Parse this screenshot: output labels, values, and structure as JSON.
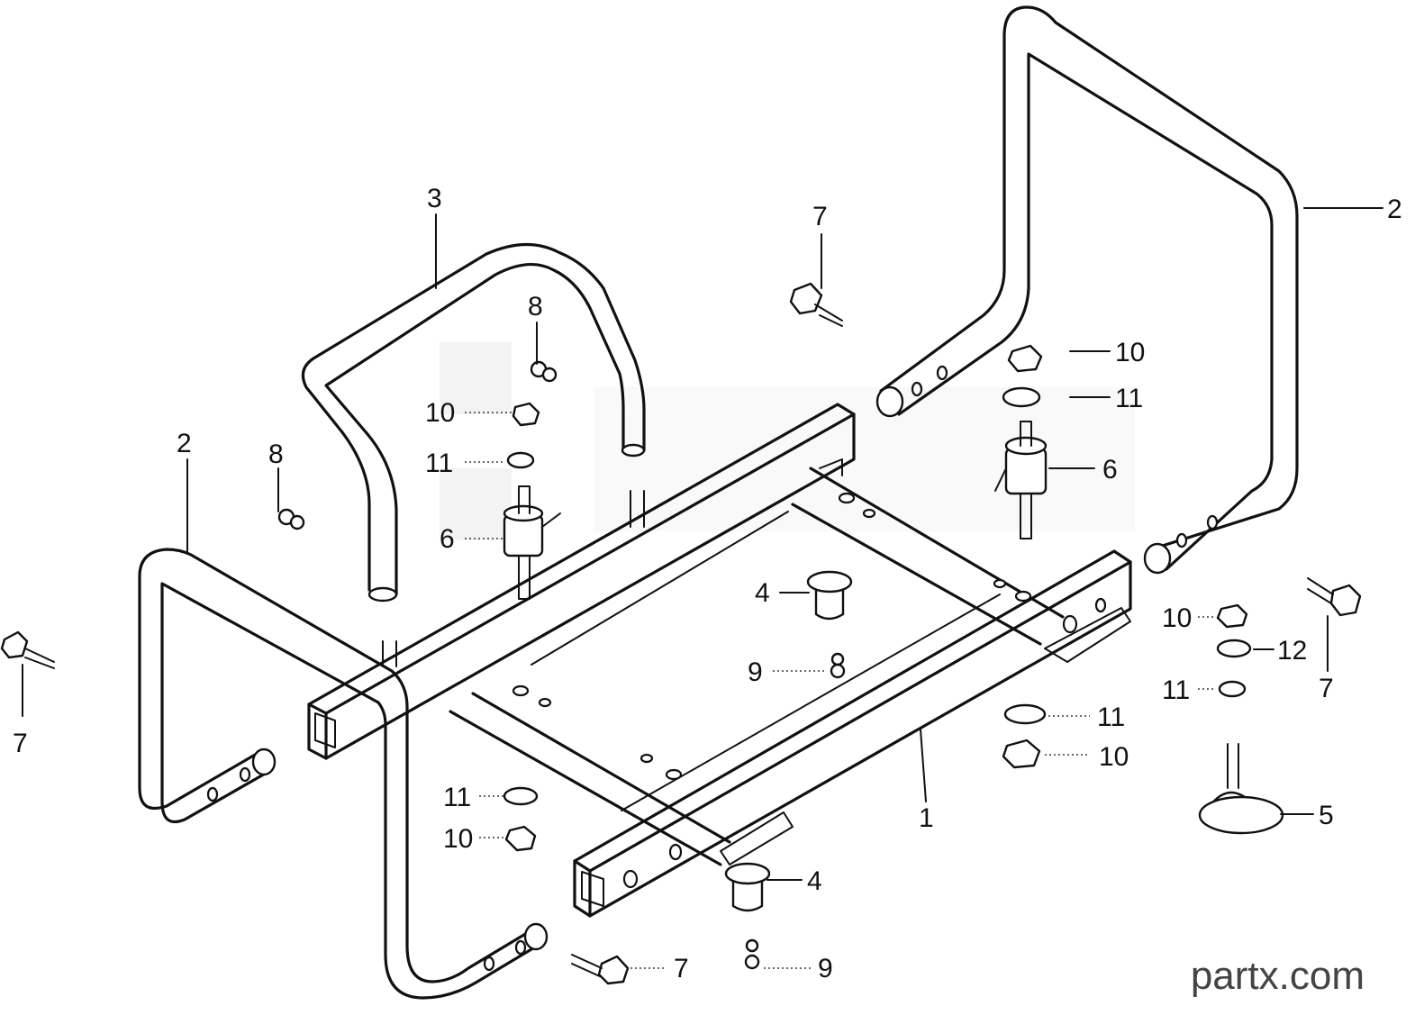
{
  "brand": {
    "text": "partx.com",
    "color": "#444444"
  },
  "callouts": [
    {
      "id": "c1",
      "label": "1"
    },
    {
      "id": "c2r",
      "label": "2"
    },
    {
      "id": "c2l",
      "label": "2"
    },
    {
      "id": "c3",
      "label": "3"
    },
    {
      "id": "c4a",
      "label": "4"
    },
    {
      "id": "c4b",
      "label": "4"
    },
    {
      "id": "c5",
      "label": "5"
    },
    {
      "id": "c6l",
      "label": "6"
    },
    {
      "id": "c6r",
      "label": "6"
    },
    {
      "id": "c7l",
      "label": "7"
    },
    {
      "id": "c7t",
      "label": "7"
    },
    {
      "id": "c7r",
      "label": "7"
    },
    {
      "id": "c7b",
      "label": "7"
    },
    {
      "id": "c8a",
      "label": "8"
    },
    {
      "id": "c8b",
      "label": "8"
    },
    {
      "id": "c9a",
      "label": "9"
    },
    {
      "id": "c9b",
      "label": "9"
    },
    {
      "id": "c10a",
      "label": "10"
    },
    {
      "id": "c10b",
      "label": "10"
    },
    {
      "id": "c10c",
      "label": "10"
    },
    {
      "id": "c10d",
      "label": "10"
    },
    {
      "id": "c10e",
      "label": "10"
    },
    {
      "id": "c11a",
      "label": "11"
    },
    {
      "id": "c11b",
      "label": "11"
    },
    {
      "id": "c11c",
      "label": "11"
    },
    {
      "id": "c11d",
      "label": "11"
    },
    {
      "id": "c11e",
      "label": "11"
    },
    {
      "id": "c12",
      "label": "12"
    }
  ]
}
